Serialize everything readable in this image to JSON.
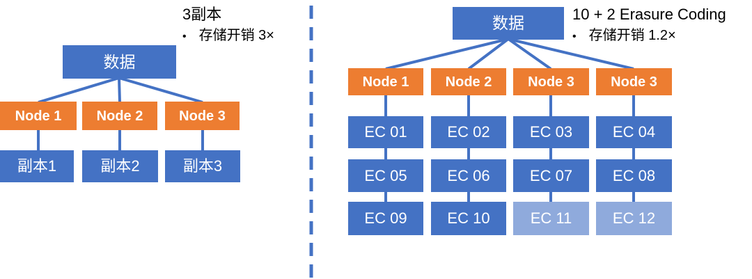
{
  "colors": {
    "box_blue": "#4472C4",
    "box_blue_light": "#8FAADC",
    "box_orange": "#ED7D31",
    "line_blue": "#4472C4",
    "text_on_box": "#FFFFFF",
    "title_text": "#000000"
  },
  "bullet_glyph": "•",
  "left_panel": {
    "title": "3副本",
    "bullet": "存储开销 3×",
    "data_label": "数据",
    "nodes": [
      "Node 1",
      "Node 2",
      "Node 3"
    ],
    "replicas": [
      "副本1",
      "副本2",
      "副本3"
    ]
  },
  "right_panel": {
    "title": "10 + 2 Erasure Coding",
    "bullet": "存储开销 1.2×",
    "data_label": "数据",
    "nodes": [
      "Node 1",
      "Node 2",
      "Node 3",
      "Node 3"
    ],
    "ec_blocks": [
      "EC 01",
      "EC 02",
      "EC 03",
      "EC 04",
      "EC 05",
      "EC 06",
      "EC 07",
      "EC 08",
      "EC 09",
      "EC 10",
      "EC 11",
      "EC 12"
    ],
    "light_ec_blocks": [
      "EC 11",
      "EC 12"
    ]
  }
}
